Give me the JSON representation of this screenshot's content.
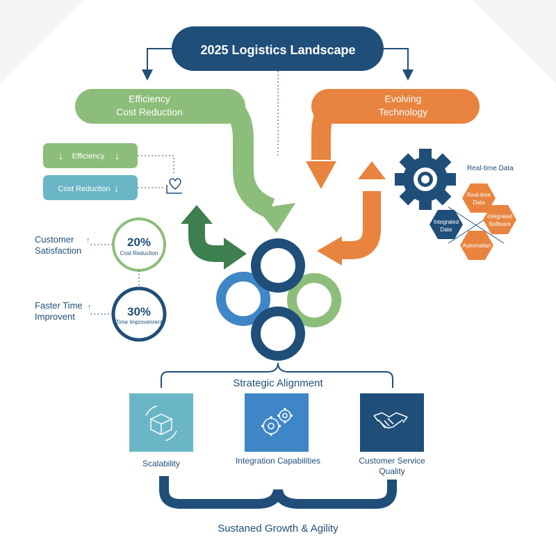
{
  "title": "2025 Logistics Landscape",
  "left_banner": {
    "line1": "Efficiency",
    "line2": "Cost Reduction"
  },
  "right_banner": {
    "line1": "Evolving",
    "line2": "Technology"
  },
  "left_pills": [
    {
      "label": "Efficiency",
      "arrow": "↓"
    },
    {
      "label": "Cost Reduction",
      "arrow": "↓"
    }
  ],
  "metrics": [
    {
      "label_line1": "Customer",
      "label_line2": "Satisfaction",
      "value": "20%",
      "caption": "Cost Reduction"
    },
    {
      "label_line1": "Faster Time",
      "label_line2": "Improvent",
      "value": "30%",
      "caption": "Time Improvenrent"
    }
  ],
  "tech": {
    "gear_label": "Real-time Data",
    "hexes": [
      {
        "line1": "Real-time",
        "line2": "Data"
      },
      {
        "line1": "Integrated",
        "line2": "Date"
      },
      {
        "line1": "Integrated",
        "line2": "Software"
      },
      {
        "line1": "Automatian",
        "line2": ""
      }
    ]
  },
  "alignment_label": "Strategic Alignment",
  "pillars": [
    {
      "line1": "Scalability",
      "line2": ""
    },
    {
      "line1": "Integration Capabilities",
      "line2": ""
    },
    {
      "line1": "Customer Service",
      "line2": "Quality"
    }
  ],
  "footer": "Sustaned Growth & Agility",
  "colors": {
    "navy": "#1f4e79",
    "green": "#8dbd7a",
    "dark_green": "#3e7f4f",
    "orange": "#e8843f",
    "blue": "#3f86c6",
    "teal": "#6bb6c6"
  }
}
